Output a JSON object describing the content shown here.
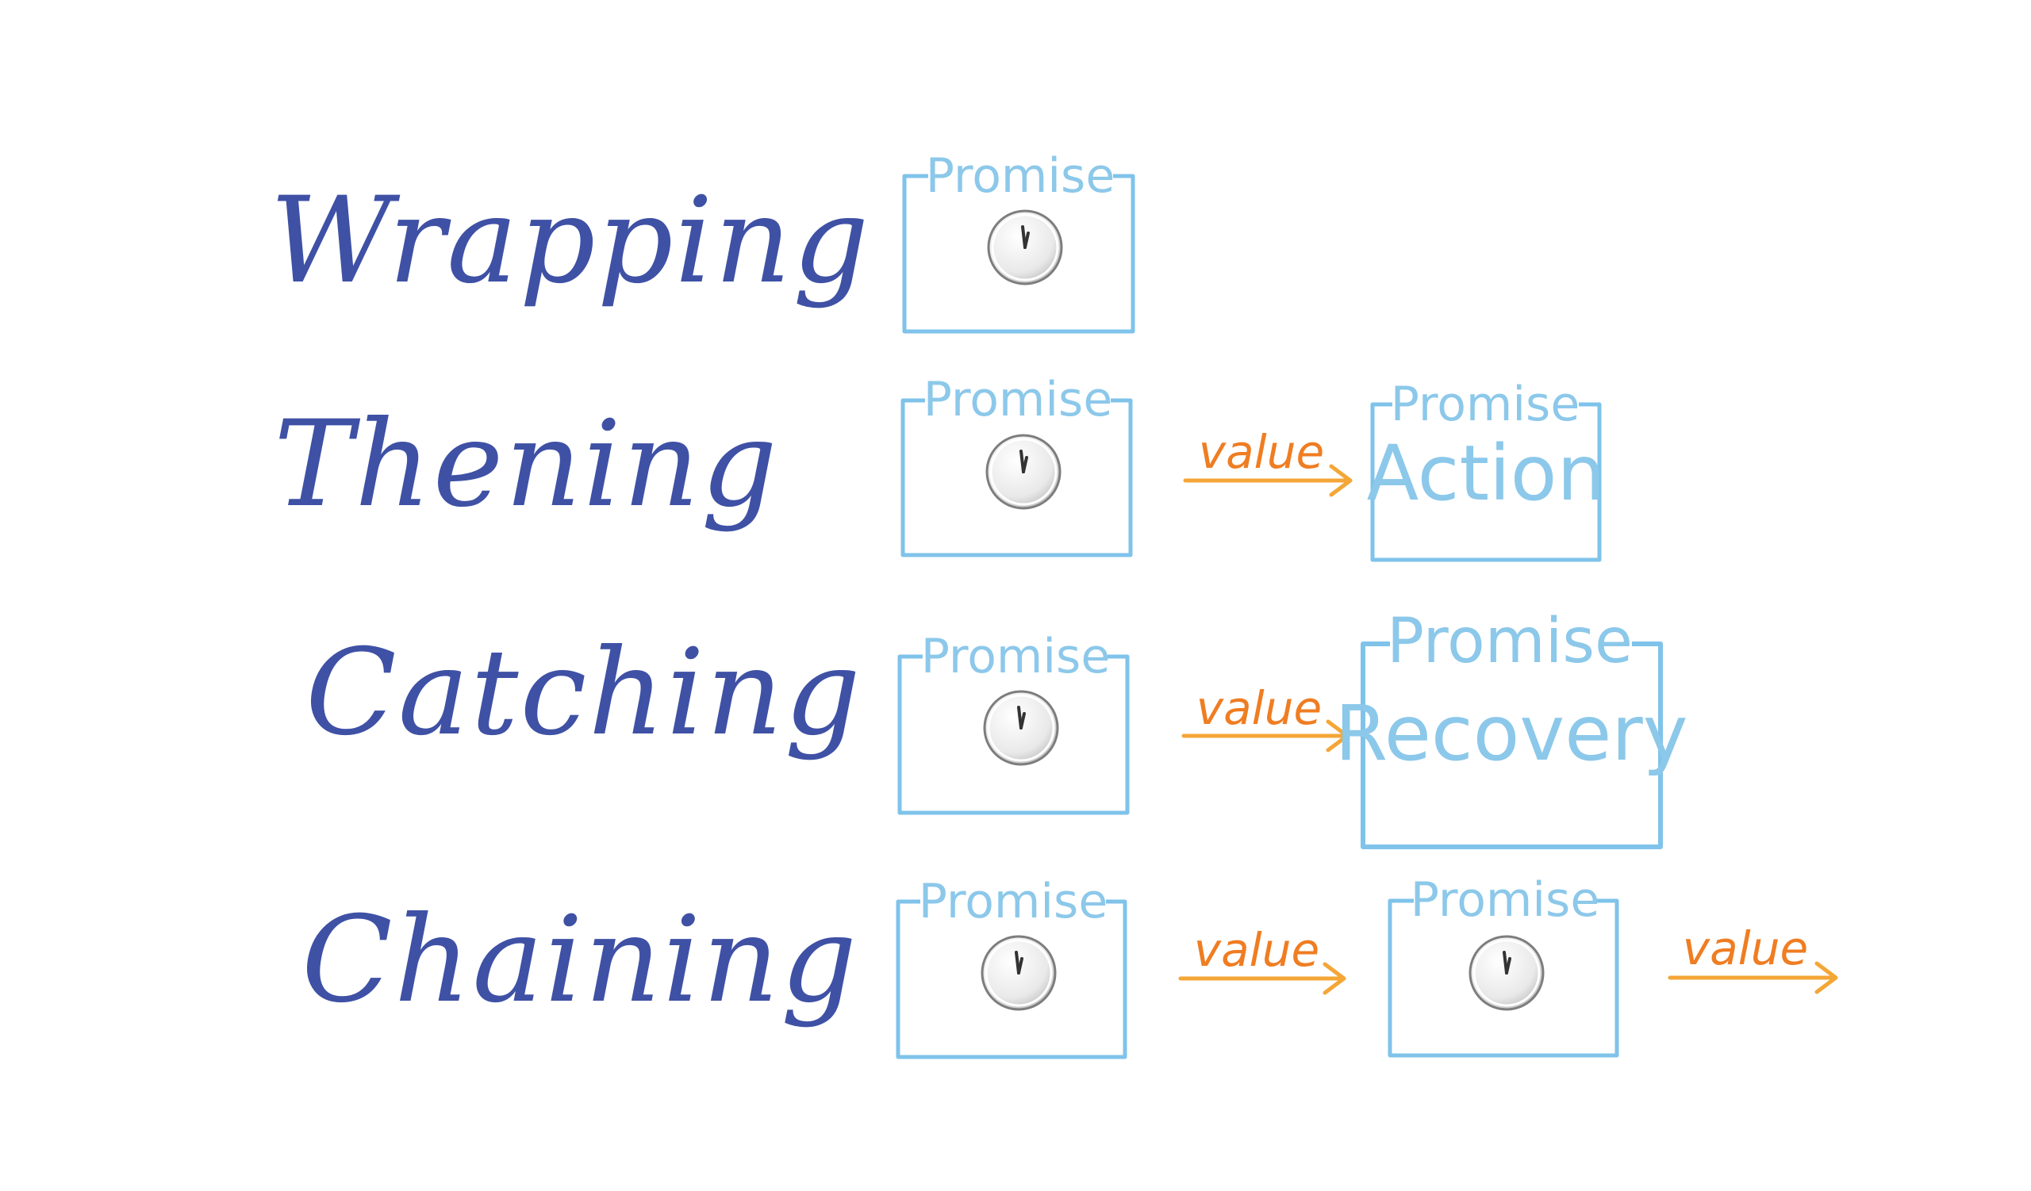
{
  "rows": [
    {
      "label": "Wrapping",
      "nodes": [
        {
          "tag": "Promise",
          "icon": "clock-icon"
        }
      ]
    },
    {
      "label": "Thening",
      "nodes": [
        {
          "tag": "Promise",
          "icon": "clock-icon"
        },
        {
          "edge": "value"
        },
        {
          "tag": "Promise",
          "word": "Action"
        }
      ]
    },
    {
      "label": "Catching",
      "nodes": [
        {
          "tag": "Promise",
          "icon": "clock-icon"
        },
        {
          "edge": "value"
        },
        {
          "tag": "Promise",
          "word": "Recovery"
        }
      ]
    },
    {
      "label": "Chaining",
      "nodes": [
        {
          "tag": "Promise",
          "icon": "clock-icon"
        },
        {
          "edge": "value"
        },
        {
          "tag": "Promise",
          "icon": "clock-icon"
        },
        {
          "edge": "value"
        }
      ]
    }
  ],
  "colors": {
    "label": "#3f51a5",
    "box": "#7fc3ea",
    "arrow": "#f4a636",
    "edge_text": "#ef7d22"
  }
}
